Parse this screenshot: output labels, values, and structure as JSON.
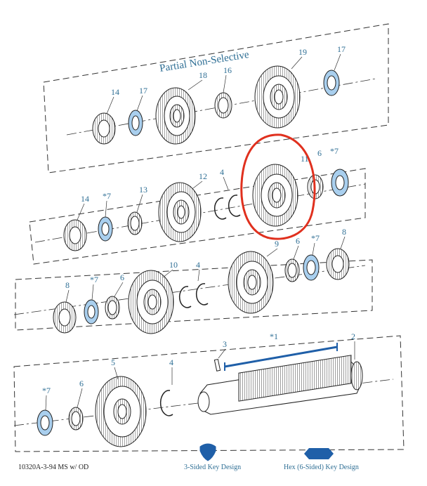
{
  "diagram": {
    "title": "Partial Non-Selective",
    "part_labels": {
      "p14a": "14",
      "p17a": "17",
      "p18": "18",
      "p16": "16",
      "p19": "19",
      "p17b": "17",
      "p14b": "14",
      "p7a": "*7",
      "p13": "13",
      "p12": "12",
      "p4a": "4",
      "p11": "11",
      "p6a": "6",
      "p7b": "*7",
      "p8a": "8",
      "p7c": "*7",
      "p6b": "6",
      "p10": "10",
      "p4b": "4",
      "p9": "9",
      "p6c": "6",
      "p7d": "*7",
      "p8b": "8",
      "p7e": "*7",
      "p6d": "6",
      "p5": "5",
      "p4c": "4",
      "p3": "3",
      "p1": "*1",
      "p2": "2"
    },
    "footer": {
      "part_number": "10320A-3-94 MS w/ OD",
      "key3": "3-Sided Key Design",
      "key6": "Hex (6-Sided) Key Design"
    },
    "colors": {
      "label": "#2f6f95",
      "bearing_fill": "#a9cfee",
      "highlight_circle": "#e0301e",
      "shaft_bar": "#1f5fa8",
      "key_shape": "#1f5fa8"
    }
  }
}
